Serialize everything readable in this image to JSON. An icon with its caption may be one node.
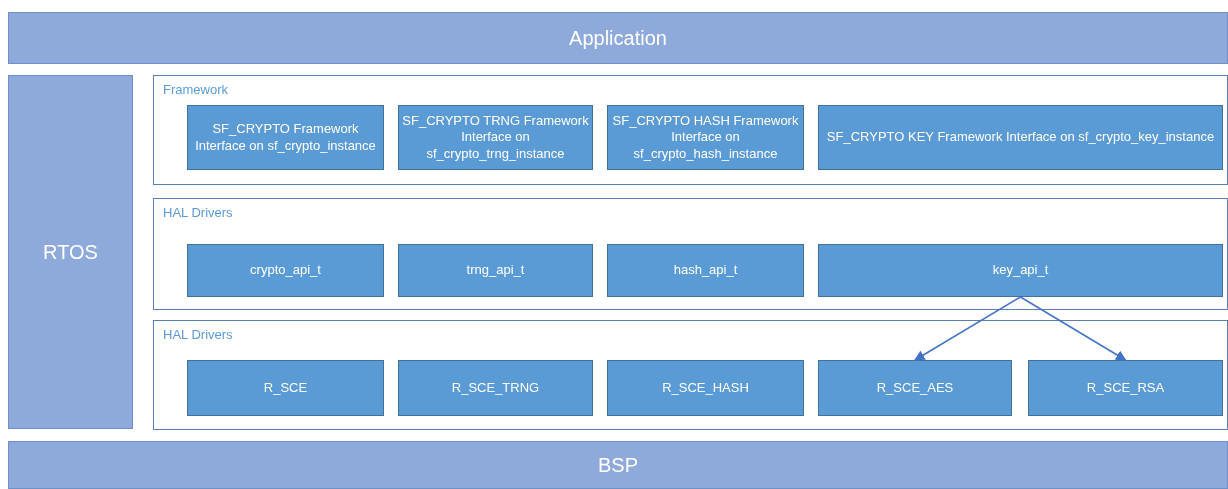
{
  "diagram": {
    "nodes": [
      {
        "text": [
          "Application"
        ]
      },
      {
        "text": [
          "RTOS"
        ]
      },
      {
        "text": [
          "Framework"
        ]
      },
      {
        "text": [
          "SF_CRYPTO Framework Interface on sf_crypto_instance"
        ],
        "in": 2
      },
      {
        "text": [
          "SF_CRYPTO TRNG Framework Interface on sf_crypto_trng_instance"
        ],
        "in": 2
      },
      {
        "text": [
          "SF_CRYPTO HASH Framework Interface on sf_crypto_hash_instance"
        ],
        "in": 2
      },
      {
        "text": [
          "SF_CRYPTO KEY Framework Interface on sf_crypto_key_instance"
        ],
        "in": 2
      },
      {
        "text": [
          "HAL Drivers"
        ]
      },
      {
        "text": [
          "crypto_api_t"
        ],
        "in": 7
      },
      {
        "text": [
          "trng_api_t"
        ],
        "in": 7
      },
      {
        "text": [
          "hash_api_t"
        ],
        "in": 7
      },
      {
        "text": [
          "key_api_t"
        ],
        "in": 7
      },
      {
        "text": [
          "HAL Drivers"
        ]
      },
      {
        "text": [
          "R_SCE"
        ],
        "in": 12
      },
      {
        "text": [
          "R_SCE_TRNG"
        ],
        "in": 12
      },
      {
        "text": [
          "R_SCE_HASH"
        ],
        "in": 12
      },
      {
        "text": [
          "R_SCE_AES"
        ],
        "in": 12
      },
      {
        "text": [
          "R_SCE_RSA"
        ],
        "in": 12
      },
      {
        "text": [
          "BSP"
        ]
      }
    ],
    "edges": [
      {
        "from": 11,
        "to": 16,
        "arrow": "to"
      },
      {
        "from": 11,
        "to": 17,
        "arrow": "to"
      }
    ]
  }
}
